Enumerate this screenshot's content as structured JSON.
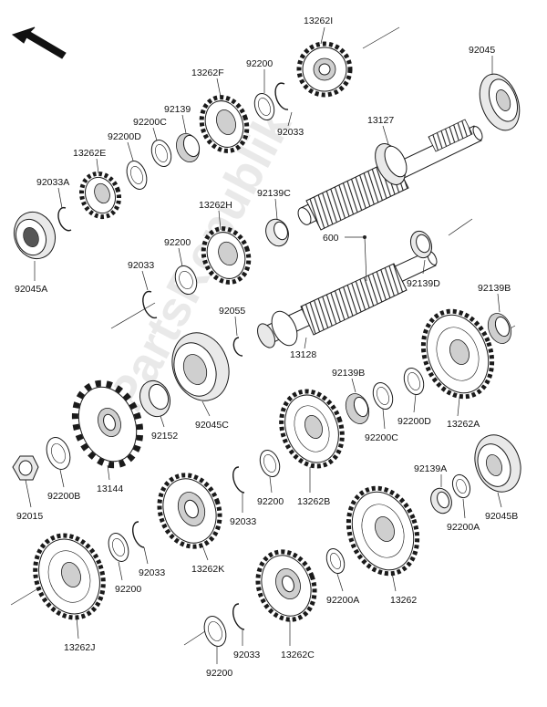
{
  "watermark": "PartsRepublik",
  "parts": [
    "13262I",
    "92045",
    "92200",
    "13262F",
    "92139",
    "92200C",
    "92200D",
    "13262E",
    "92033A",
    "92033",
    "13127",
    "92139C",
    "13262H",
    "92200",
    "92033",
    "600",
    "92139D",
    "92045A",
    "92055",
    "13128",
    "92139B",
    "92139B",
    "92200D",
    "92200C",
    "13262A",
    "92045C",
    "92152",
    "13144",
    "92200B",
    "92015",
    "13262B",
    "92200",
    "92033",
    "13262K",
    "92139A",
    "92045B",
    "92200A",
    "92200",
    "92033",
    "92200A",
    "13262",
    "13262J",
    "92033",
    "13262C",
    "92200"
  ]
}
